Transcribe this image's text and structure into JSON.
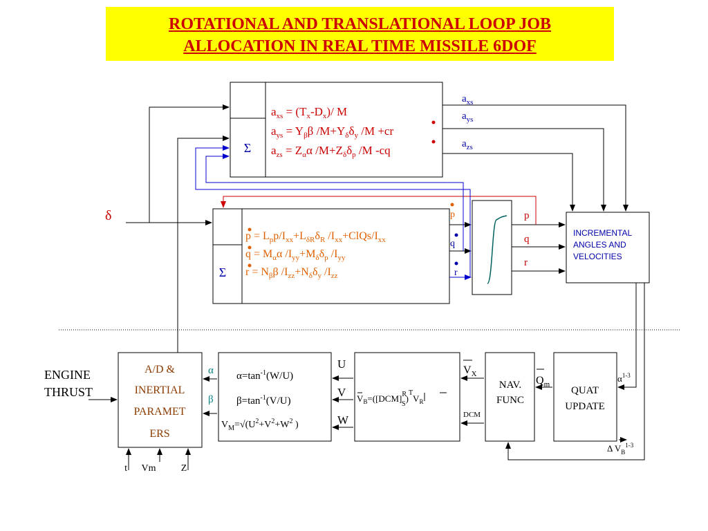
{
  "title": {
    "line1": "ROTATIONAL  AND TRANSLATIONAL LOOP JOB",
    "line2": "ALLOCATION  IN  REAL TIME   MISSILE 6DOF"
  },
  "translational_block": {
    "sum_symbol": "Σ",
    "eq1": "a",
    "eq1_sub": "xs",
    "eq1_rhs": " = (T",
    "eq1_tail": "x",
    "eq1_end": "-D",
    "eq1_end_sub": "x",
    "eq1_last": ")/ M",
    "eq2": "a",
    "eq2_sub": "ys",
    "eq2_rhs": " = Y",
    "eq2_b": "β",
    "eq2_c": "β /M+Y",
    "eq2_d": "δ",
    "eq2_e": "δ",
    "eq2_f": "y",
    "eq2_g": " /M +cr",
    "eq3": "a",
    "eq3_sub": "zs",
    "eq3_rhs": " = Z",
    "eq3_b": "α",
    "eq3_c": "α /M+Z",
    "eq3_d": "δ",
    "eq3_e": "δ",
    "eq3_f": "p",
    "eq3_g": " /M -cq"
  },
  "rotational_block": {
    "sum_symbol": "Σ",
    "eq1": "p = L",
    "eq1_a": "p",
    "eq1_b": "p/I",
    "eq1_c": "xx",
    "eq1_d": "+L",
    "eq1_e": "δR",
    "eq1_f": "δ",
    "eq1_g": "R",
    "eq1_h": " /I",
    "eq1_i": "xx",
    "eq1_j": "+ClQs/I",
    "eq1_k": "xx",
    "eq2": "q = M",
    "eq2_a": "α",
    "eq2_b": "α /I",
    "eq2_c": "yy",
    "eq2_d": "+M",
    "eq2_e": "δ",
    "eq2_f": "δ",
    "eq2_g": "p",
    "eq2_h": " /I",
    "eq2_i": "yy",
    "eq3": "r = N",
    "eq3_a": "β",
    "eq3_b": "β /I",
    "eq3_c": "zz",
    "eq3_d": "+N",
    "eq3_e": "δ",
    "eq3_f": "δ",
    "eq3_g": "y",
    "eq3_h": " /I",
    "eq3_i": "zz"
  },
  "outputs_translational": {
    "a1": "a",
    "a1_sub": "xs",
    "a2": "a",
    "a2_sub": "ys",
    "a3": "a",
    "a3_sub": "zs"
  },
  "rate_labels_in": {
    "p": "p",
    "q": "q",
    "r": "r"
  },
  "rate_labels_out": {
    "p": "p",
    "q": "q",
    "r": "r"
  },
  "delta_input": "δ",
  "incremental_block": {
    "line1": "INCREMENTAL",
    "line2": "ANGLES AND",
    "line3": "VELOCITIES"
  },
  "ad_block": {
    "line1": "A/D &",
    "line2": "INERTIAL",
    "line3": "PARAMET",
    "line4": "ERS"
  },
  "engine_thrust": {
    "line1": "ENGINE",
    "line2": "THRUST"
  },
  "ad_inputs": {
    "t": "t",
    "vm": "Vm",
    "z": "Z"
  },
  "alpha_label": "α",
  "beta_label": "β",
  "angles_block": {
    "eq1a": "α=tan",
    "eq1b": "-1",
    "eq1c": "(W/U)",
    "eq2a": "β=tan",
    "eq2b": "-1",
    "eq2c": "(V/U)",
    "eq3a": "V",
    "eq3b": "M",
    "eq3c": "=√(U",
    "eq3d": "2",
    "eq3e": "+V",
    "eq3f": "2",
    "eq3g": "+W",
    "eq3h": "2",
    "eq3i": " )"
  },
  "uvw": {
    "u": "U",
    "v": "V",
    "w": "W"
  },
  "dcm_block": {
    "vb": "V",
    "vb_sub": "B",
    "eq": "=(",
    "dcm": "[DCM]",
    "r_sup": "R",
    "s_sub": "S",
    "close": ")",
    "t_sup": "T",
    "vr": "V",
    "vr_sub": "R"
  },
  "vx_label": {
    "v": "V",
    "sub": "X"
  },
  "dcm_label": "DCM",
  "nav_block": {
    "line1": "NAV.",
    "line2": "FUNC"
  },
  "qm_label": {
    "q": "Q",
    "sub": "m"
  },
  "quat_block": {
    "line1": "QUAT",
    "line2": "UPDATE"
  },
  "alpha13": {
    "a": "α",
    "sup": "1-3"
  },
  "dvb13": {
    "d": "Δ V",
    "sub": "B",
    "sup": "1-3"
  }
}
